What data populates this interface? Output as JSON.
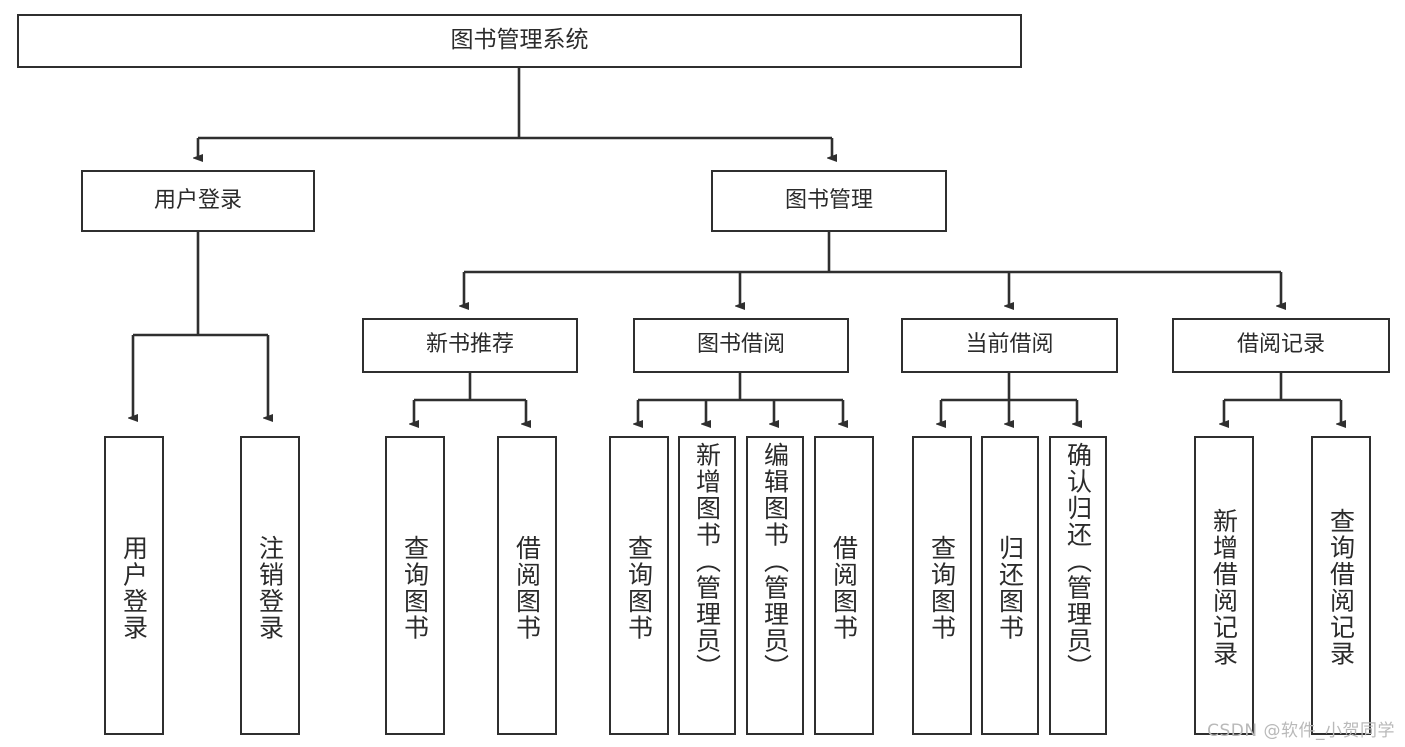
{
  "diagram": {
    "title": "图书管理系统",
    "type": "tree-hierarchy-diagram",
    "watermark": "CSDN @软件_小贺同学",
    "colors": {
      "stroke": "#2f2f2f",
      "fill": "#ffffff",
      "text": "#2b2b2b",
      "watermark": "#b9b9b9"
    },
    "levels": {
      "root": {
        "label": "图书管理系统"
      },
      "level2": [
        {
          "id": "user-login",
          "label": "用户登录"
        },
        {
          "id": "book-management",
          "label": "图书管理"
        }
      ],
      "level3": [
        {
          "id": "new-book-recommend",
          "label": "新书推荐"
        },
        {
          "id": "book-borrow",
          "label": "图书借阅"
        },
        {
          "id": "current-borrow",
          "label": "当前借阅"
        },
        {
          "id": "borrow-record",
          "label": "借阅记录"
        }
      ],
      "leaves": {
        "user-login": [
          {
            "id": "leaf-user-login",
            "label": "用户登录"
          },
          {
            "id": "leaf-user-logout",
            "label": "注销登录"
          }
        ],
        "new-book-recommend": [
          {
            "id": "leaf-query-book-1",
            "label": "查询图书"
          },
          {
            "id": "leaf-borrow-book-1",
            "label": "借阅图书"
          }
        ],
        "book-borrow": [
          {
            "id": "leaf-query-book-2",
            "label": "查询图书"
          },
          {
            "id": "leaf-add-book",
            "label": "新增图书（管理员）"
          },
          {
            "id": "leaf-edit-book",
            "label": "编辑图书（管理员）"
          },
          {
            "id": "leaf-borrow-book-2",
            "label": "借阅图书"
          }
        ],
        "current-borrow": [
          {
            "id": "leaf-query-book-3",
            "label": "查询图书"
          },
          {
            "id": "leaf-return-book",
            "label": "归还图书"
          },
          {
            "id": "leaf-confirm-return",
            "label": "确认归还（管理员）"
          }
        ],
        "borrow-record": [
          {
            "id": "leaf-add-record",
            "label": "新增借阅记录"
          },
          {
            "id": "leaf-query-record",
            "label": "查询借阅记录"
          }
        ]
      }
    }
  }
}
